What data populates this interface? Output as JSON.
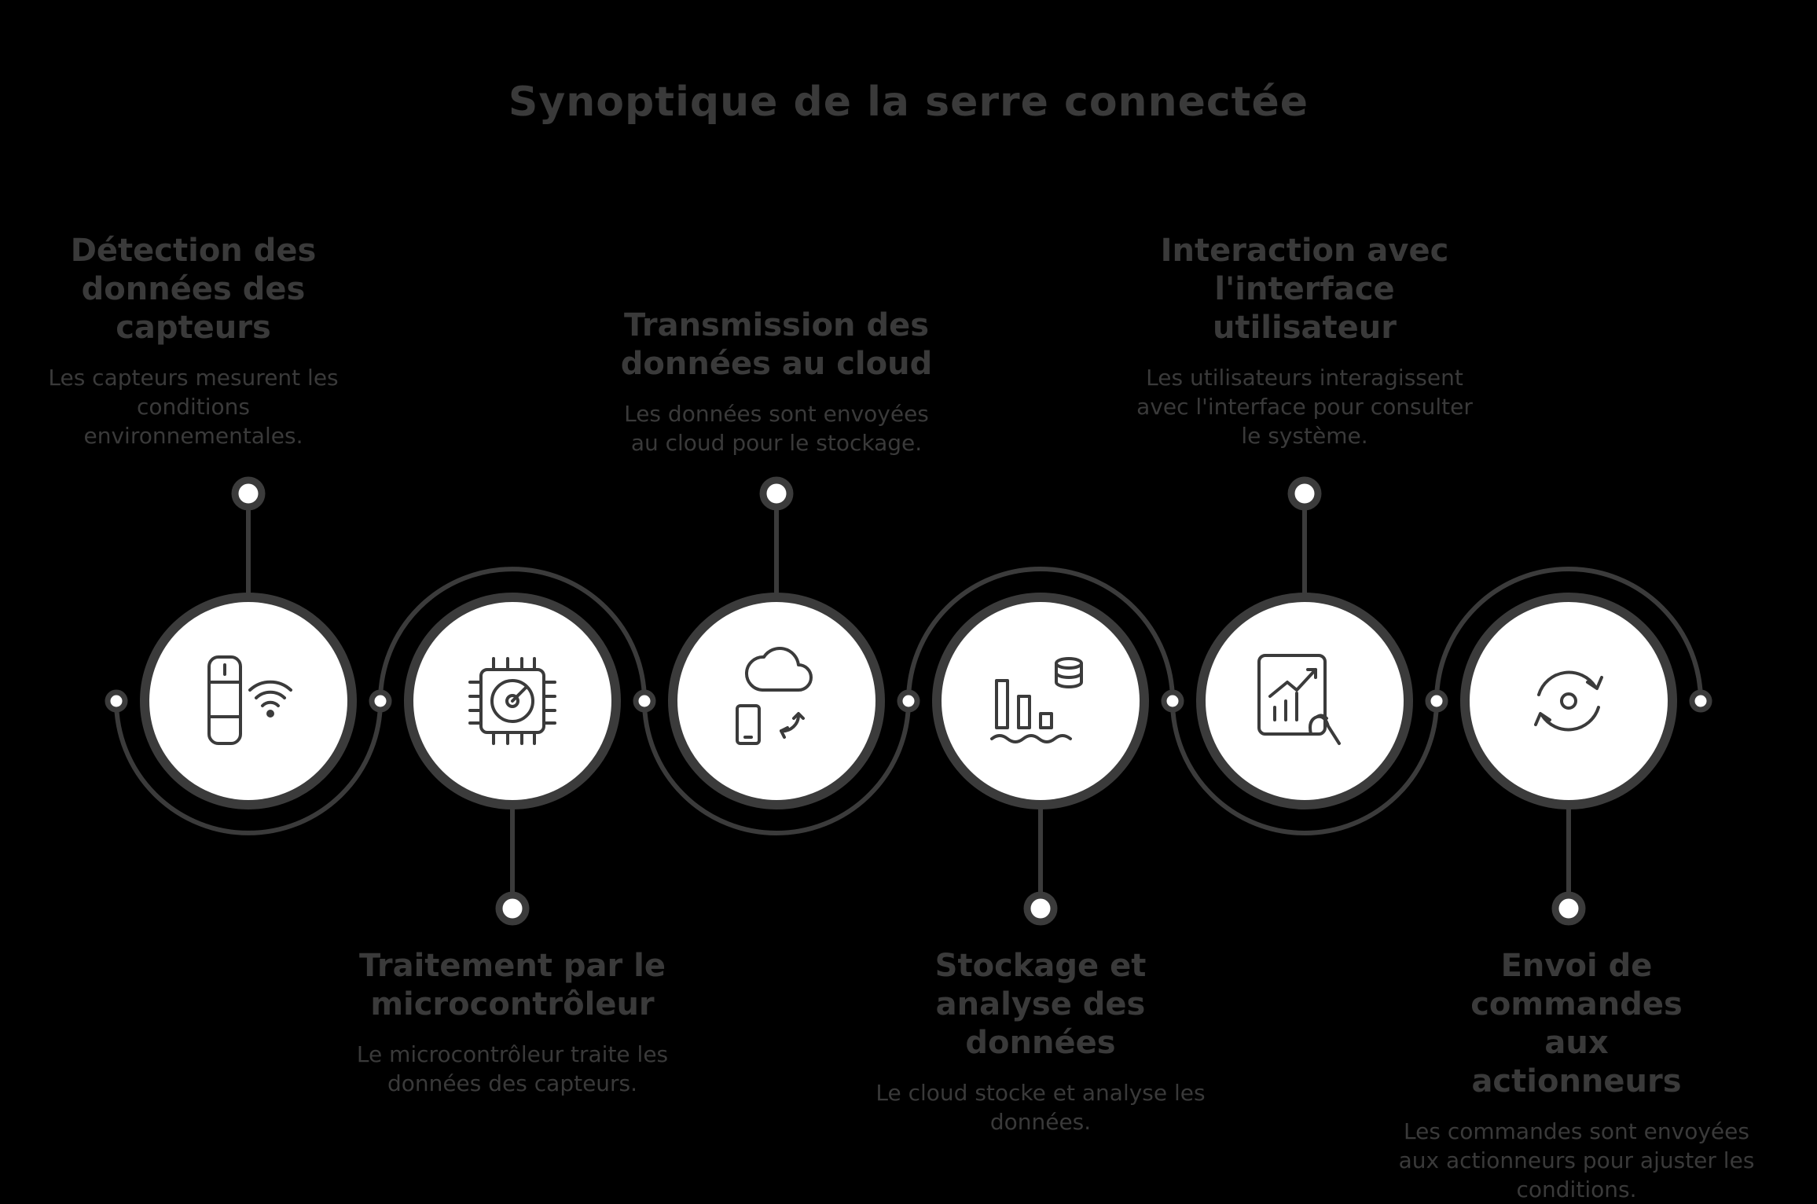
{
  "title": "Synoptique de la serre connectée",
  "colors": {
    "background": "#000000",
    "line": "#3b3b3b",
    "circle_fill": "#ffffff",
    "text": "#3a3a3a"
  },
  "steps": [
    {
      "title": "Détection des données des capteurs",
      "description": "Les capteurs mesurent les conditions environnementales.",
      "icon": "sensor-wifi-icon",
      "label_position": "top"
    },
    {
      "title": "Traitement par le microcontrôleur",
      "description": "Le microcontrôleur traite les données des capteurs.",
      "icon": "microchip-icon",
      "label_position": "bottom"
    },
    {
      "title": "Transmission des données au cloud",
      "description": "Les données sont envoyées au cloud pour le stockage.",
      "icon": "cloud-sync-icon",
      "label_position": "top"
    },
    {
      "title": "Stockage et analyse des données",
      "description": "Le cloud stocke et analyse les données.",
      "icon": "bar-chart-database-icon",
      "label_position": "bottom"
    },
    {
      "title": "Interaction avec l'interface utilisateur",
      "description": "Les utilisateurs interagissent avec l'interface pour consulter le système.",
      "icon": "tablet-chart-icon",
      "label_position": "top"
    },
    {
      "title": "Envoi de commandes aux actionneurs",
      "description": "Les commandes sont envoyées aux actionneurs pour ajuster les conditions.",
      "icon": "refresh-cycle-icon",
      "label_position": "bottom"
    }
  ]
}
